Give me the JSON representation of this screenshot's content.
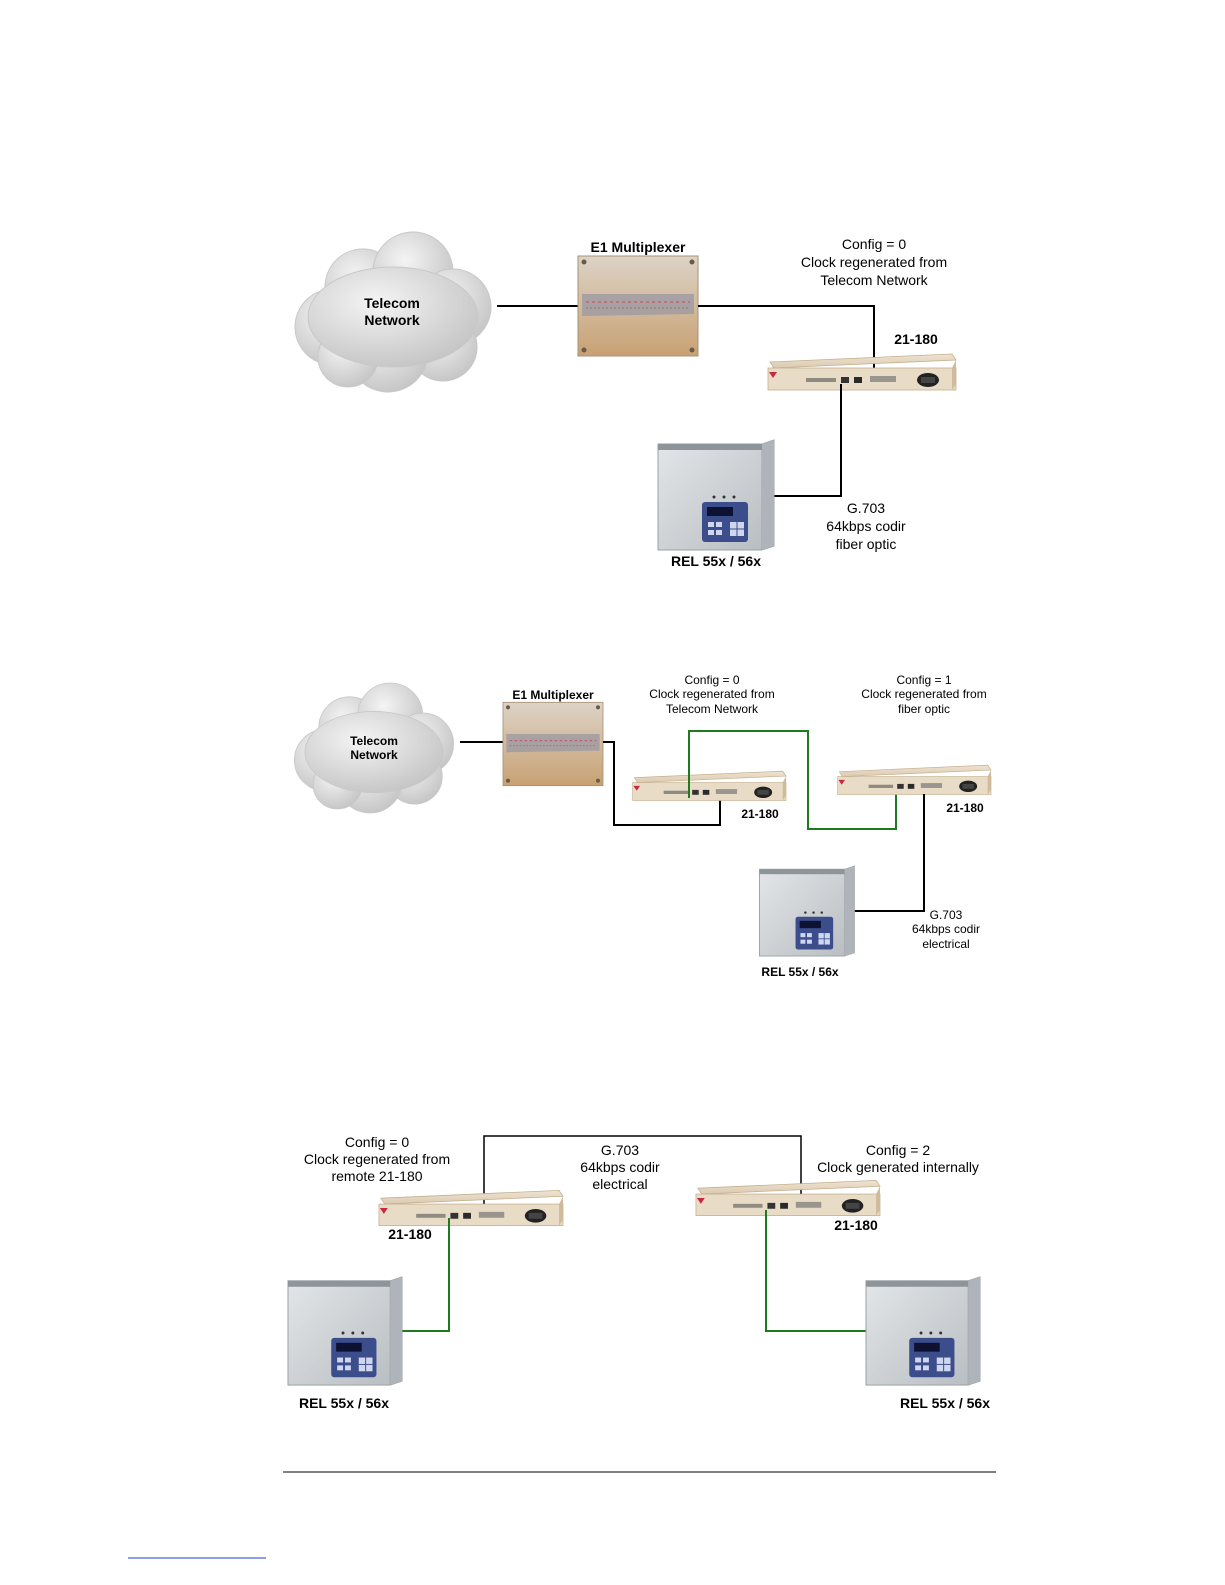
{
  "colors": {
    "black_link": "#000000",
    "green_link": "#1e7a1e",
    "device_body": "#e8d9c2",
    "relay_body": "#cfd3d6",
    "cloud": "#d6d6d6",
    "mux": "#cdb89a"
  },
  "diagram1": {
    "cloud_label": [
      "Telecom",
      "Network"
    ],
    "mux_title": "E1 Multiplexer",
    "config_note": [
      "Config = 0",
      "Clock regenerated from",
      "Telecom Network"
    ],
    "device_label": "21-180",
    "link_note": [
      "G.703",
      "64kbps codir",
      "fiber optic"
    ],
    "relay_label": "REL 55x / 56x"
  },
  "diagram2": {
    "cloud_label": [
      "Telecom",
      "Network"
    ],
    "mux_title": "E1 Multiplexer",
    "config_note_a": [
      "Config = 0",
      "Clock regenerated from",
      "Telecom Network"
    ],
    "config_note_b": [
      "Config = 1",
      "Clock regenerated from",
      "fiber optic"
    ],
    "device_a_label": "21-180",
    "device_b_label": "21-180",
    "link_note": [
      "G.703",
      "64kbps codir",
      "electrical"
    ],
    "relay_label": "REL 55x / 56x"
  },
  "diagram3": {
    "config_note_left": [
      "Config = 0",
      "Clock regenerated from",
      "remote 21-180"
    ],
    "link_note": [
      "G.703",
      "64kbps codir",
      "electrical"
    ],
    "config_note_right": [
      "Config = 2",
      "Clock generated internally"
    ],
    "device_left_label": "21-180",
    "device_right_label": "21-180",
    "relay_left_label": "REL 55x / 56x",
    "relay_right_label": "REL 55x / 56x"
  }
}
